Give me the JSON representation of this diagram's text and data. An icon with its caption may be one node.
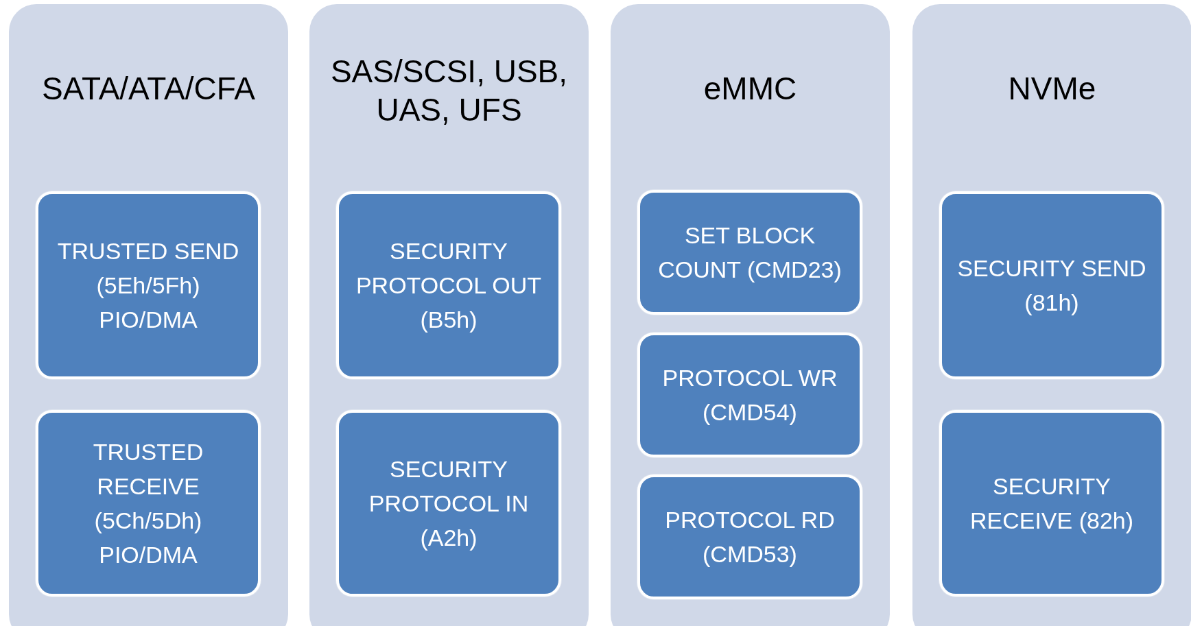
{
  "diagram": {
    "nodes": [
      {
        "text": [
          "SATA/ATA/CFA"
        ]
      },
      {
        "text": [
          "TRUSTED SEND (5Eh/5Fh) PIO/DMA"
        ],
        "in": 0
      },
      {
        "text": [
          "TRUSTED RECEIVE (5Ch/5Dh) PIO/DMA"
        ],
        "in": 0
      },
      {
        "text": [
          "SAS/SCSI, USB, UAS, UFS"
        ]
      },
      {
        "text": [
          "SECURITY PROTOCOL OUT (B5h)"
        ],
        "in": 3
      },
      {
        "text": [
          "SECURITY PROTOCOL IN (A2h)"
        ],
        "in": 3
      },
      {
        "text": [
          "eMMC"
        ]
      },
      {
        "text": [
          "SET BLOCK COUNT (CMD23)"
        ],
        "in": 6
      },
      {
        "text": [
          "PROTOCOL WR (CMD54)"
        ],
        "in": 6
      },
      {
        "text": [
          "PROTOCOL RD (CMD53)"
        ],
        "in": 6
      },
      {
        "text": [
          "NVMe"
        ]
      },
      {
        "text": [
          "SECURITY SEND (81h)"
        ],
        "in": 10
      },
      {
        "text": [
          "SECURITY RECEIVE (82h)"
        ],
        "in": 10
      }
    ],
    "edges": []
  }
}
